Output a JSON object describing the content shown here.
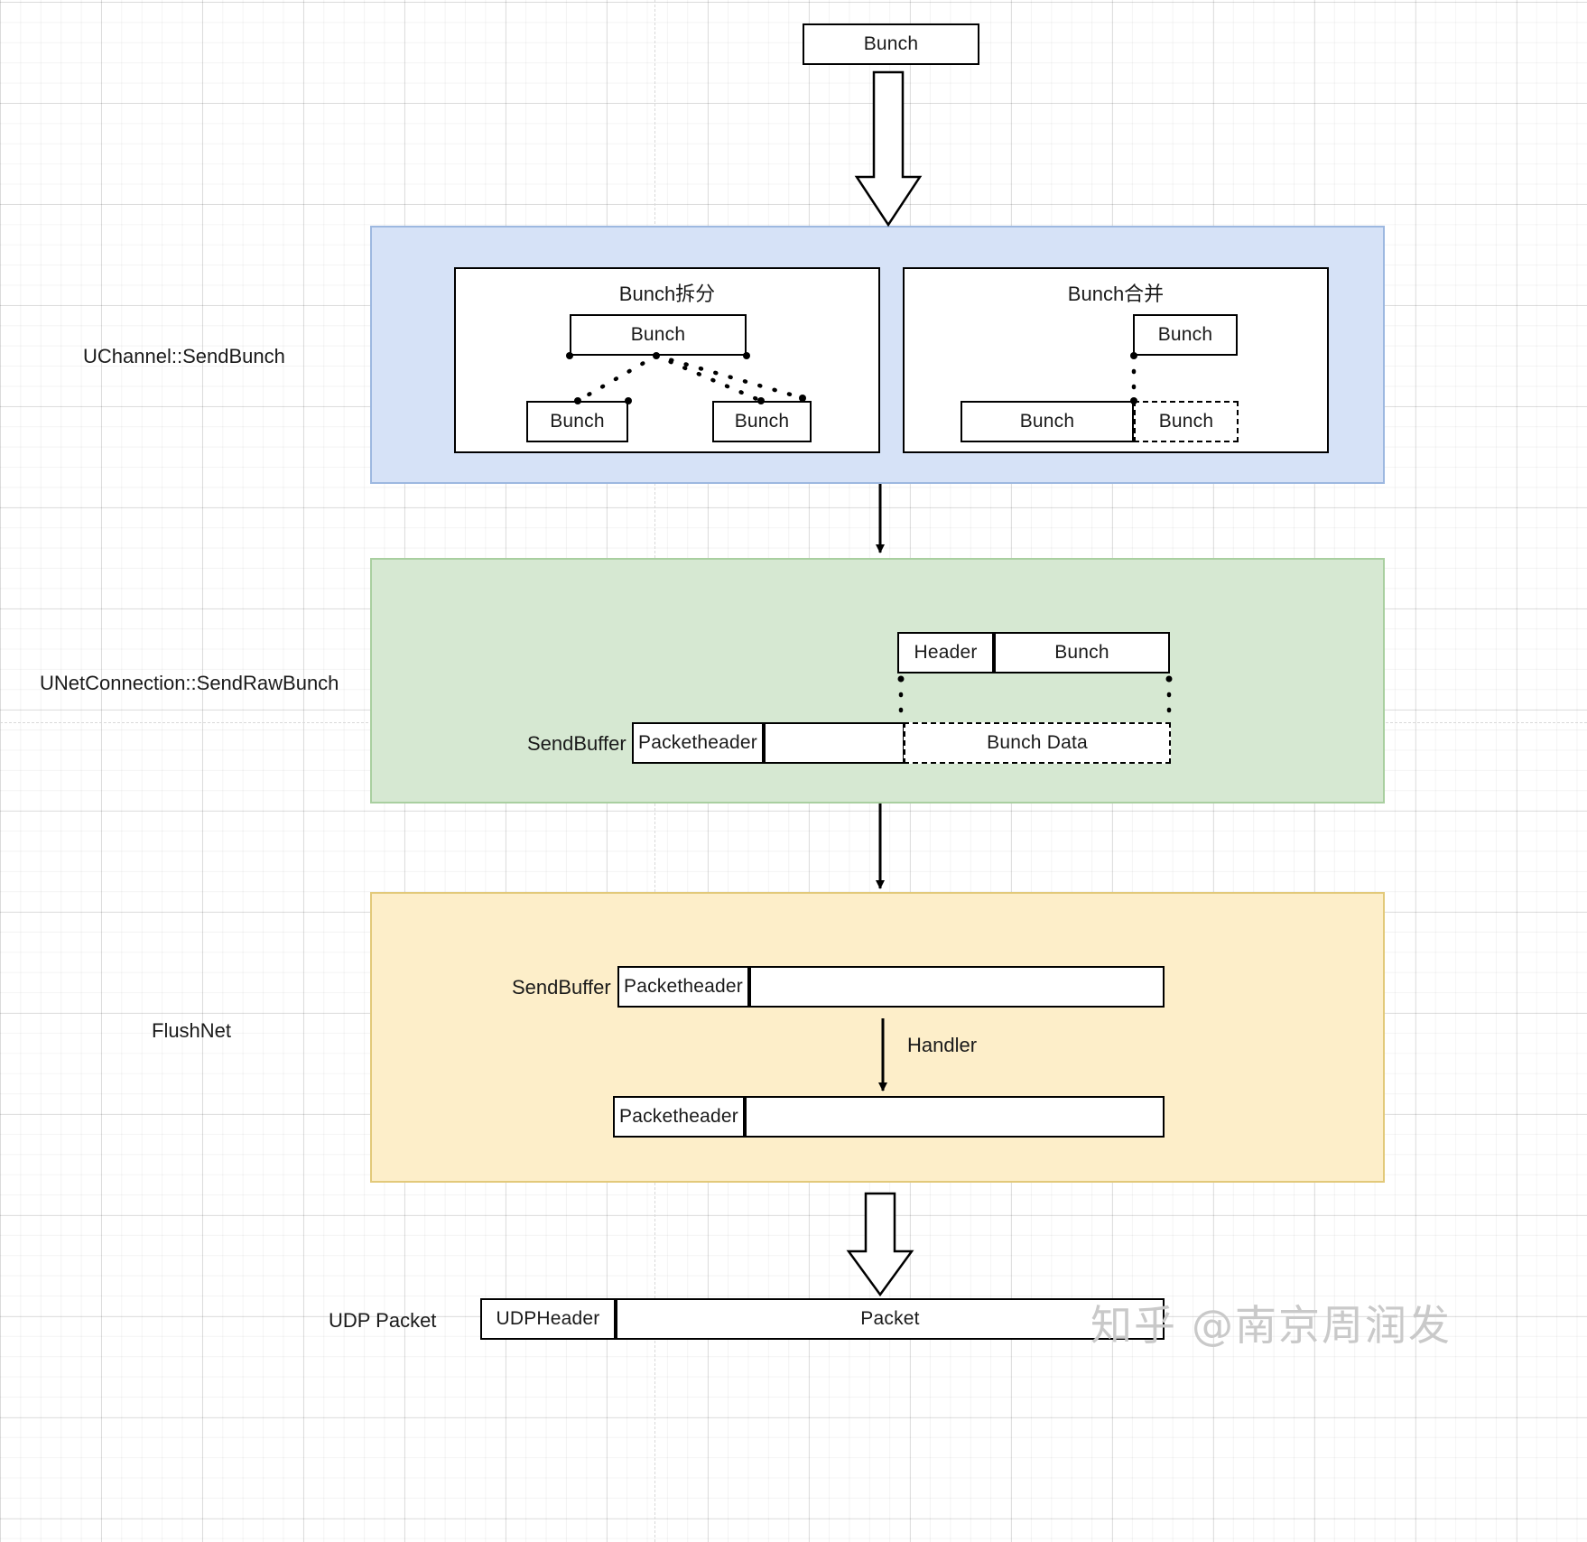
{
  "diagram": {
    "title_hidden": "",
    "stage_labels": [
      {
        "id": "send-bunch",
        "text": "UChannel::SendBunch"
      },
      {
        "id": "send-raw-bunch",
        "text": "UNetConnection::SendRawBunch"
      },
      {
        "id": "flush-net",
        "text": "FlushNet"
      },
      {
        "id": "udp-packet",
        "text": "UDP Packet"
      }
    ],
    "top": {
      "bunch_box": "Bunch"
    },
    "blue_panel": {
      "split": {
        "caption": "Bunch拆分",
        "parent": "Bunch",
        "children": [
          "Bunch",
          "Bunch"
        ]
      },
      "merge": {
        "caption": "Bunch合并",
        "incoming": "Bunch",
        "base": "Bunch",
        "appended": "Bunch"
      }
    },
    "green_panel": {
      "top_row": {
        "header": "Header",
        "bunch": "Bunch"
      },
      "sendbuffer_label": "SendBuffer",
      "sendbuffer_row": {
        "packetheader": "Packetheader",
        "filler": "",
        "bunch_data": "Bunch Data"
      }
    },
    "orange_panel": {
      "sendbuffer_label": "SendBuffer",
      "row1": {
        "packetheader": "Packetheader",
        "payload": ""
      },
      "handler_label": "Handler",
      "row2": {
        "packetheader": "Packetheader",
        "payload": ""
      }
    },
    "bottom": {
      "udp_header": "UDPHeader",
      "packet": "Packet"
    },
    "watermark": {
      "logo": "知乎",
      "handle": "@南京周润发"
    },
    "colors": {
      "blue_fill": "#d6e2f7",
      "blue_border": "#9db8e0",
      "green_fill": "#d6e8d2",
      "green_border": "#a9cfa0",
      "orange_fill": "#fdeec9",
      "orange_border": "#e2c97a",
      "stroke": "#000000",
      "watermark": "#c9c9c9"
    }
  }
}
